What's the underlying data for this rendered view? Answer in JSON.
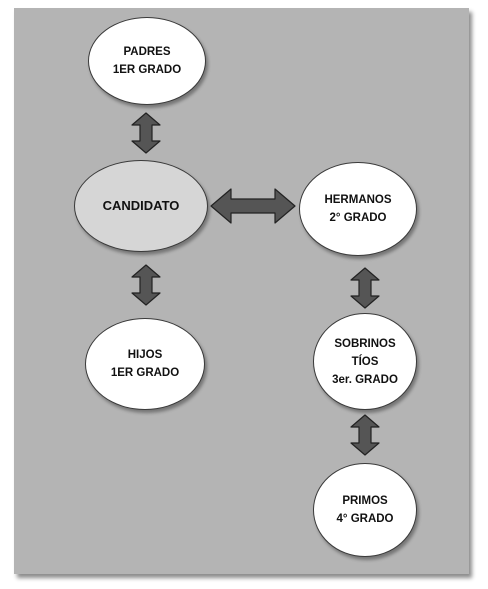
{
  "diagram": {
    "nodes": {
      "padres": {
        "line1": "PADRES",
        "line2": "1ER GRADO"
      },
      "candidato": {
        "line1": "CANDIDATO"
      },
      "hermanos": {
        "line1": "HERMANOS",
        "line2": "2° GRADO"
      },
      "hijos": {
        "line1": "HIJOS",
        "line2": "1ER GRADO"
      },
      "sobrinos": {
        "line1": "SOBRINOS",
        "line2": "TÍOS",
        "line3": "3er. GRADO"
      },
      "primos": {
        "line1": "PRIMOS",
        "line2": "4° GRADO"
      }
    },
    "colors": {
      "panel": "#b4b4b4",
      "node_fill": "#ffffff",
      "center_fill": "#d6d6d6",
      "arrow_fill": "#555555"
    }
  }
}
